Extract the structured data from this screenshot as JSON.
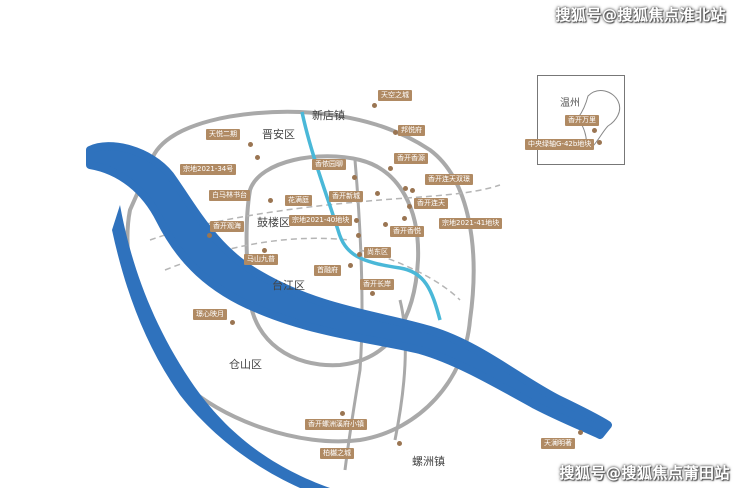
{
  "watermark": {
    "top": "搜狐号@搜狐焦点淮北站",
    "bottom": "搜狐号@搜狐焦点莆田站"
  },
  "districts": {
    "jinan": "晋安区",
    "gulou": "鼓楼区",
    "taijiang": "台江区",
    "cangshan": "仓山区",
    "xindian": "新店镇",
    "luozhou": "螺洲镇"
  },
  "inset": {
    "city": "温州",
    "place_a": "香开万里",
    "place_b": "中央绿轴G-42b地块"
  },
  "places": {
    "tiankong": "天空之城",
    "bangyuefu": "邦悦府",
    "tianyue": "天悦二期",
    "zongdi34": "宗地2021-34号",
    "xiangkaixiangyuan": "香开香源",
    "xiangliyuan": "香侬园聊",
    "xiangkaiqinshan": "香开新城",
    "lianxiangtian": "香开连天双璟",
    "bailinshu": "白马林书台",
    "huaxiguang": "花满庭",
    "xiangkailiantian": "香开连天",
    "xiangkaiguanhai": "香开观海",
    "zongdi40": "宗地2021-40地块",
    "zongdi41": "宗地2021-41地块",
    "xiangkaixiangyue": "香开香悦",
    "mashan": "马山九普",
    "shangdong": "尚东区",
    "shourong": "首融府",
    "xiangkaichangfeng": "香开长岸",
    "jingxinyingyue": "璟心映月",
    "luozhouchuanfu": "香开螺洲溪府小镇",
    "baiyuzhicheng": "柏樾之城",
    "tianlanming": "天澜明著"
  }
}
